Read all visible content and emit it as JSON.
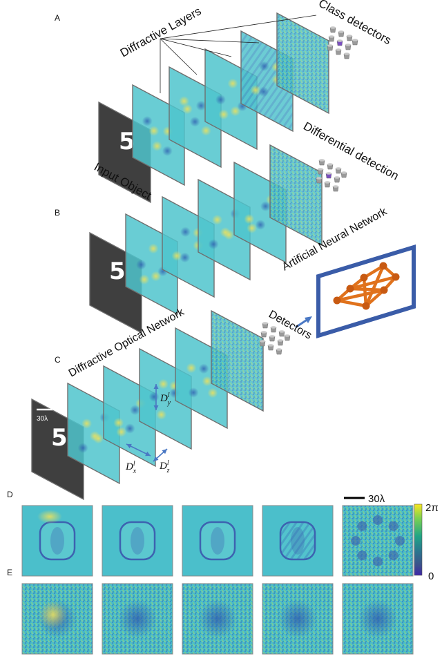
{
  "panels": {
    "a": "A",
    "b": "B",
    "c": "C",
    "d": "D",
    "e": "E"
  },
  "labels": {
    "diffractive_layers": "Diffractive Layers",
    "class_detectors": "Class detectors",
    "input_object": "Input Object",
    "differential_detection": "Differential detection",
    "artificial_neural_network": "Artificial Neural Network",
    "diffractive_optical_network": "Diffractive Optical Network",
    "detectors": "Detectors",
    "scale_c": "30λ",
    "scale_d": "30λ"
  },
  "dims": {
    "base": "D",
    "sup": "l",
    "x": "x",
    "y": "y",
    "z": "z"
  },
  "colorbar": {
    "max": "2π",
    "min": "0",
    "stops": [
      "#f9e721",
      "#7bd151",
      "#21a585",
      "#2a788e",
      "#3b528b",
      "#3e26a8"
    ]
  },
  "digit": "5",
  "colors": {
    "plate": "#3f3f3f",
    "layer": "#4fc4cc",
    "layer_edge": "#6f6f6f",
    "ann_frame": "#3a5ca8",
    "ann_net": "#e0721c",
    "arrow": "#4a78c4",
    "detector": "#9a9a9a",
    "detector_hi": "#7a4fbf"
  }
}
